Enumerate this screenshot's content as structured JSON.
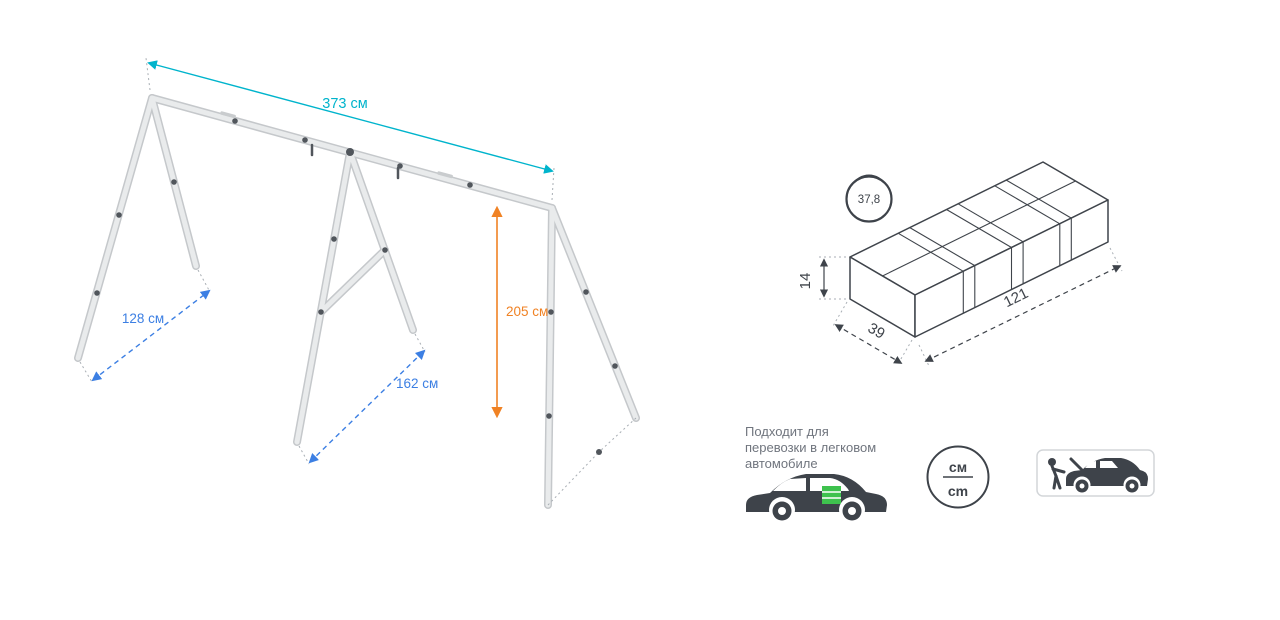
{
  "swing_diagram": {
    "width_label": "373 см",
    "left_depth_label": "128 см",
    "mid_depth_label": "162 см",
    "height_label": "205 см"
  },
  "package": {
    "weight_label": "37,8",
    "length_label": "121",
    "width_label": "39",
    "height_label": "14"
  },
  "transport": {
    "line1": "Подходит для",
    "line2": "перевозки в легковом",
    "line3": "автомобиле",
    "unit_ru": "см",
    "unit_en": "cm"
  },
  "colors": {
    "dimension_cyan": "#00b4cc",
    "dimension_blue": "#3c7fe3",
    "dimension_orange": "#f08224",
    "outline_dark": "#3f444b",
    "frame_gray": "#d9dbdd",
    "accent_green": "#3ec24e",
    "text_gray": "#70757e"
  }
}
